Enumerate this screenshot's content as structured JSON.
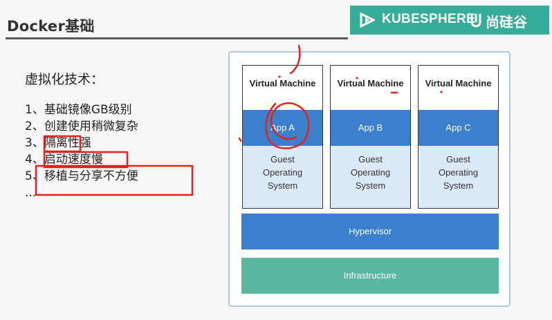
{
  "slide": {
    "title": "Docker基础",
    "brand": {
      "name": "KUBESPHERE",
      "partner": "尚硅谷"
    },
    "intro": "虚拟化技术：",
    "items": [
      "1、基础镜像GB级别",
      "2、创建使用稍微复杂",
      "3、隔离性强",
      "4、启动速度慢",
      "5、移植与分享不方便",
      "..."
    ]
  },
  "diagram": {
    "vms": [
      {
        "title": "Virtual Machine",
        "app": "App A",
        "guest": [
          "Guest",
          "Operating",
          "System"
        ]
      },
      {
        "title": "Virtual Machine",
        "app": "App B",
        "guest": [
          "Guest",
          "Operating",
          "System"
        ]
      },
      {
        "title": "Virtual Machine",
        "app": "App C",
        "guest": [
          "Guest",
          "Operating",
          "System"
        ]
      }
    ],
    "hypervisor": "Hypervisor",
    "infrastructure": "Infrastructure"
  },
  "colors": {
    "brand_green": "#35ad98",
    "vm_blue": "#3a80cc",
    "guest_light_blue": "#dce9f7",
    "infrastructure_green": "#58b79f",
    "annotation_red": "#e8201a"
  }
}
